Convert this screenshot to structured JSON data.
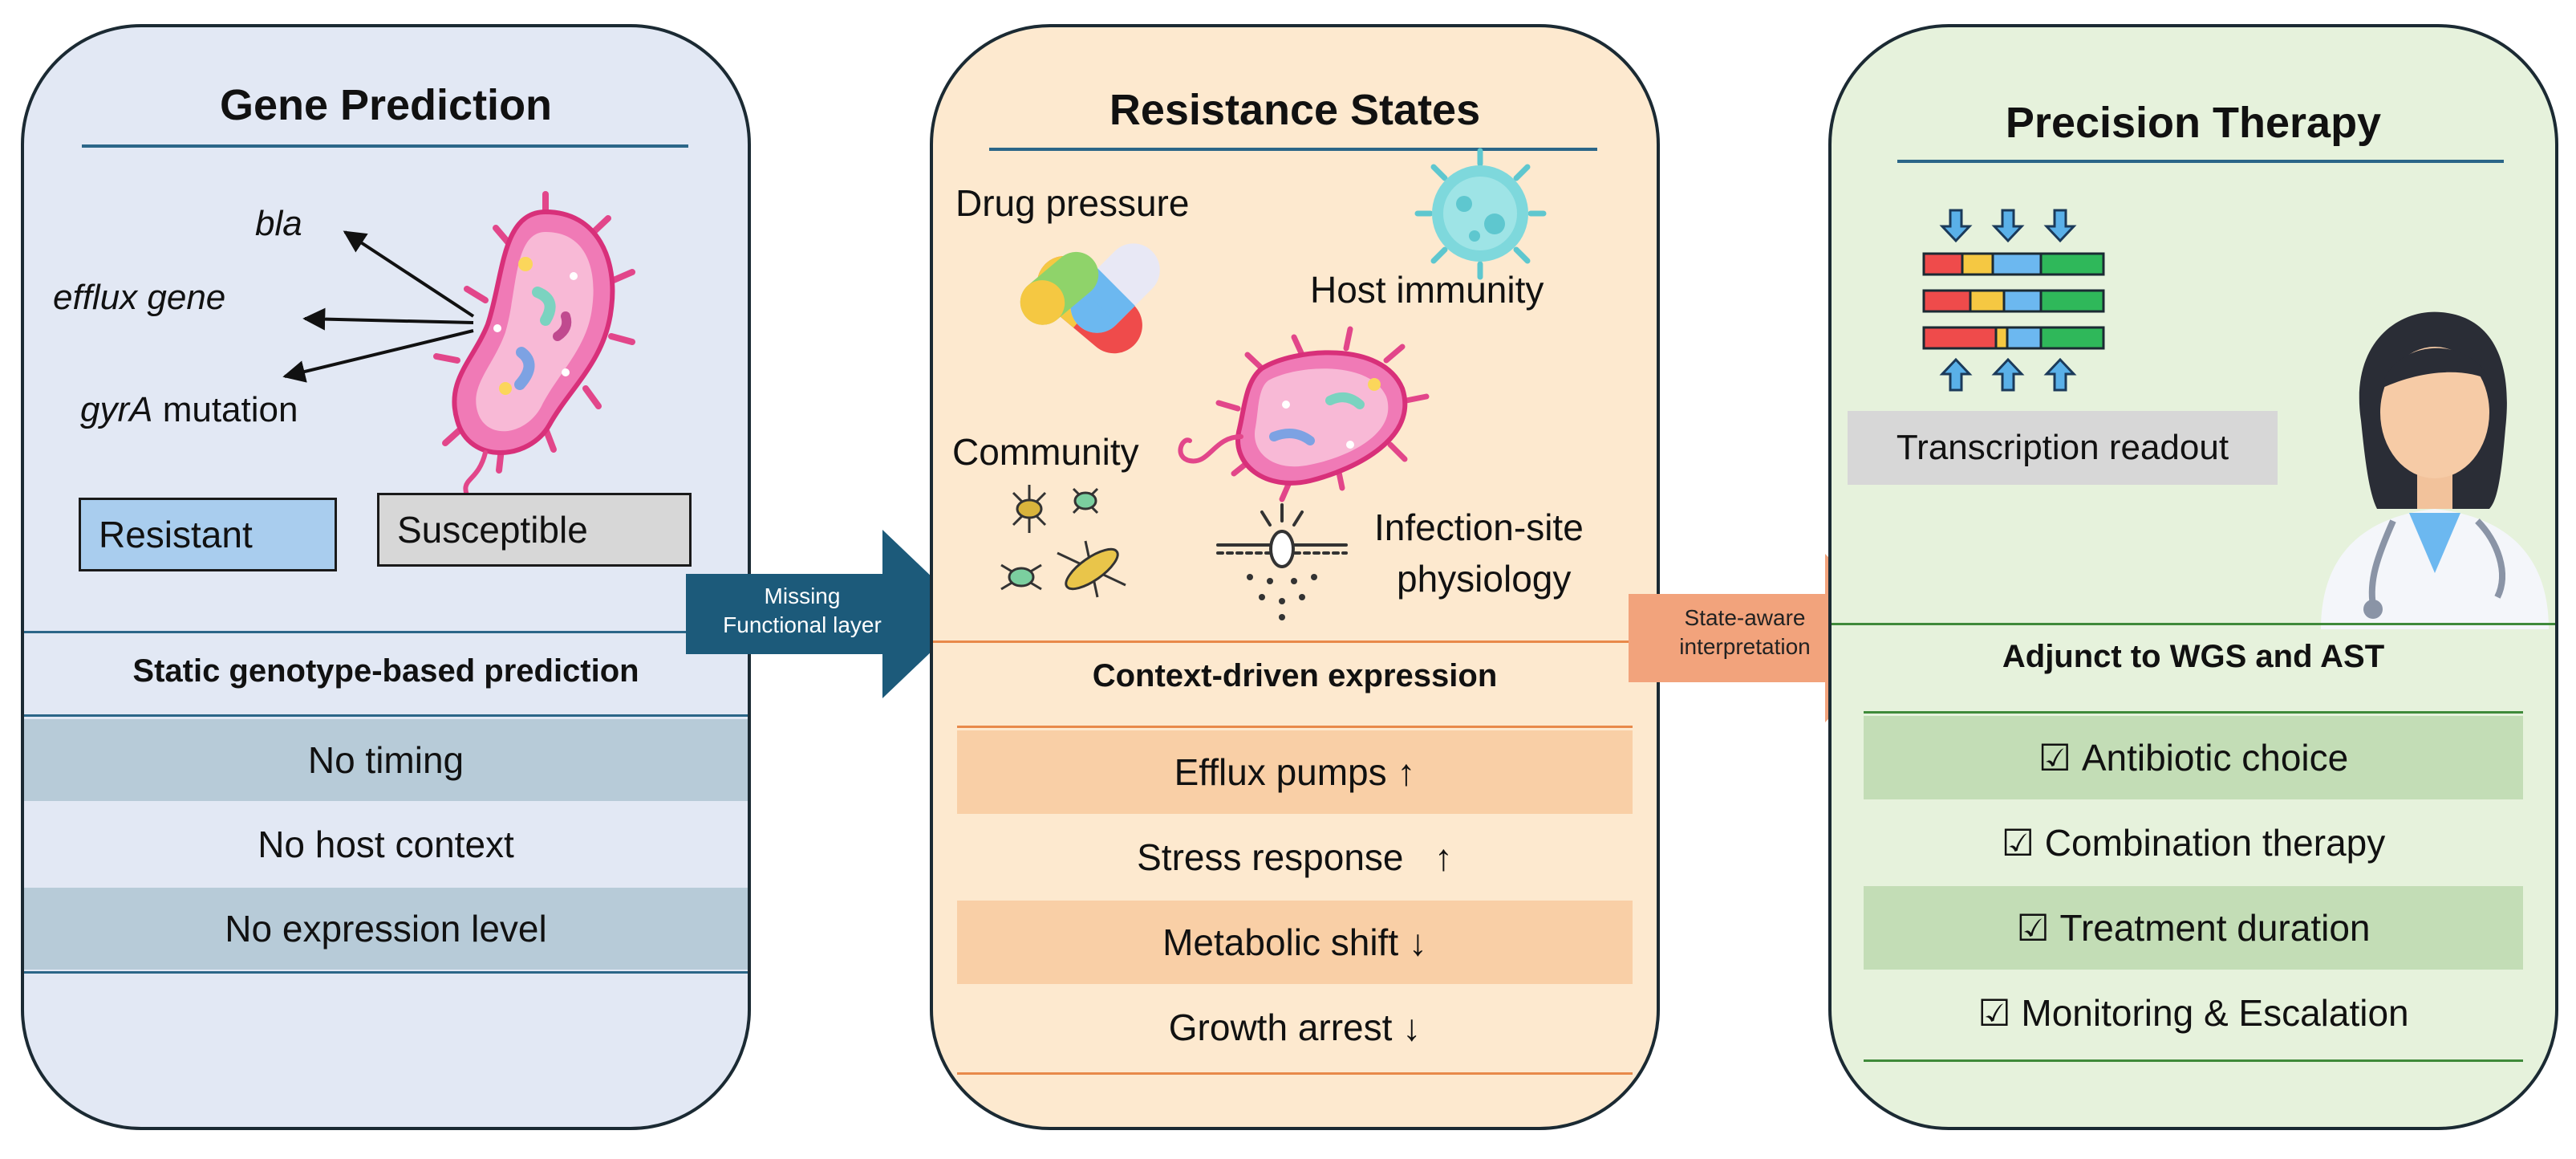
{
  "gene_prediction": {
    "title": "Gene Prediction",
    "genes": [
      {
        "name": "bla",
        "suffix": ""
      },
      {
        "name": "efflux gene",
        "suffix": ""
      },
      {
        "name": "gyrA",
        "suffix": " mutation"
      }
    ],
    "resistant_label": "Resistant",
    "susceptible_label": "Susceptible",
    "subtitle": "Static genotype-based prediction",
    "limitations": [
      "No timing",
      "No host context",
      "No expression level"
    ]
  },
  "arrow1": {
    "line1": "Missing",
    "line2": "Functional layer"
  },
  "resistance_states": {
    "title": "Resistance States",
    "factors": {
      "drug_pressure": "Drug pressure",
      "host_immunity": "Host immunity",
      "community": "Community",
      "infection_site_1": "Infection-site",
      "infection_site_2": "physiology"
    },
    "subtitle": "Context-driven expression",
    "expressions": [
      {
        "label": "Efflux pumps",
        "dir": "↑"
      },
      {
        "label": "Stress response",
        "dir": "↑"
      },
      {
        "label": "Metabolic shift",
        "dir": "↓"
      },
      {
        "label": "Growth arrest",
        "dir": "↓"
      }
    ]
  },
  "arrow2": {
    "line1": "State-aware",
    "line2": "interpretation"
  },
  "precision_therapy": {
    "title": "Precision Therapy",
    "readout_label": "Transcription readout",
    "subtitle": "Adjunct to WGS and AST",
    "items": [
      "Antibiotic choice",
      "Combination therapy",
      "Treatment duration",
      "Monitoring & Escalation"
    ],
    "check": "☑"
  },
  "colors": {
    "panel1": "#e2e8f4",
    "panel2": "#fde9cf",
    "panel3": "#e6f2dc",
    "stripe1": "#b7cbd8",
    "stripe2": "#f9cfa6",
    "stripe3": "#c3ddb6",
    "arrow1": "#1c5a7a",
    "arrow2": "#f2a37c",
    "resistant_box": "#a9cdee",
    "susceptible_box": "#d7d7d7"
  }
}
